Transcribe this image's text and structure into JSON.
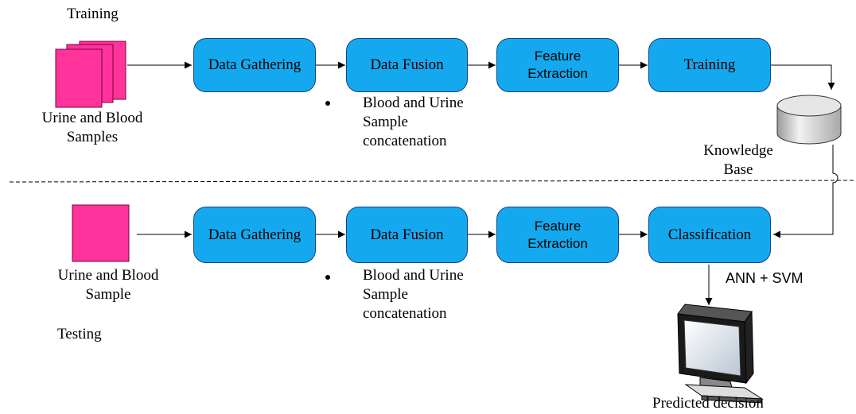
{
  "training": {
    "section_label": "Training",
    "input_label": [
      "Urine and Blood",
      "Samples"
    ],
    "steps": [
      "Data Gathering",
      "Data Fusion",
      "Feature Extraction",
      "Training"
    ],
    "fusion_note": [
      "Blood and Urine",
      "Sample",
      "concatenation"
    ]
  },
  "knowledge_base": {
    "label": [
      "Knowledge",
      "Base"
    ]
  },
  "testing": {
    "section_label": "Testing",
    "input_label": [
      "Urine and Blood",
      "Sample"
    ],
    "steps": [
      "Data Gathering",
      "Data Fusion",
      "Feature Extraction",
      "Classification"
    ],
    "fusion_note": [
      "Blood and Urine",
      "Sample",
      "concatenation"
    ]
  },
  "classifier_label": "ANN + SVM",
  "output_label": "Predicted decision",
  "colors": {
    "process_fill": "#14a9ee",
    "process_border": "#16408a",
    "sample_fill": "#ff3399"
  },
  "icons": [
    "sample-stack-icon",
    "sample-icon",
    "database-icon",
    "monitor-icon"
  ]
}
